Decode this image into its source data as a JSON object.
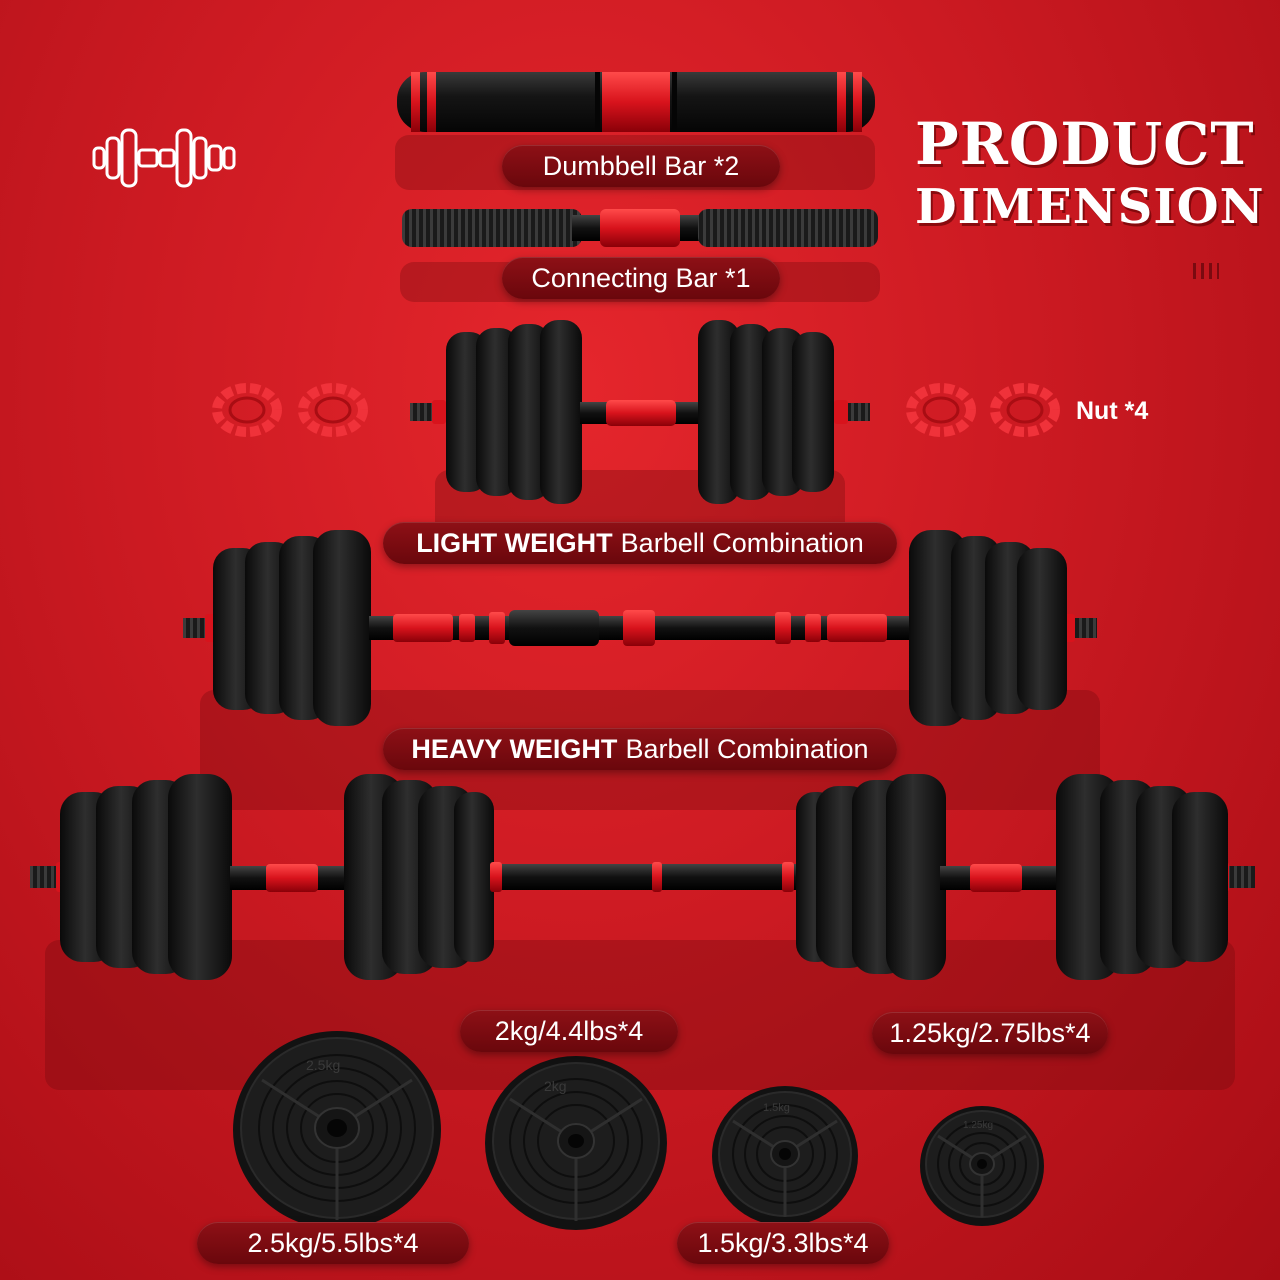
{
  "header": {
    "title_line1": "PRODUCT",
    "title_line2": "DIMENSION",
    "icon": "dumbbell-outline-icon"
  },
  "parts": {
    "dumbbell_bar": "Dumbbell Bar *2",
    "connecting_bar": "Connecting Bar *1",
    "nut": "Nut *4"
  },
  "combinations": {
    "light": {
      "strong": "LIGHT WEIGHT",
      "rest": "Barbell Combination"
    },
    "heavy": {
      "strong": "HEAVY WEIGHT",
      "rest": "Barbell Combination"
    }
  },
  "plates": {
    "p2_5": "2.5kg/5.5lbs*4",
    "p2": "2kg/4.4lbs*4",
    "p1_5": "1.5kg/3.3lbs*4",
    "p1_25": "1.25kg/2.75lbs*4"
  },
  "plate_markings": {
    "p2_5": "2.5kg",
    "p2": "2kg",
    "p1_5": "1.5kg",
    "p1_25": "1.25kg"
  },
  "colors": {
    "background": "#d11e25",
    "label_bg": "#7a0a10",
    "accent_red": "#e0202a",
    "plate_black": "#161616"
  }
}
